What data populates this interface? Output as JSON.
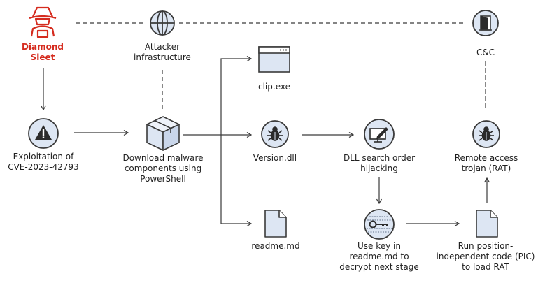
{
  "colors": {
    "accent_red": "#d52b1e",
    "icon_fill": "#dde6f3",
    "stroke": "#3a3a3a",
    "warning_fill": "#2b2b2b"
  },
  "nodes": {
    "diamond_sleet": {
      "label": "Diamond\nSleet",
      "icon": "hooded-actor-icon"
    },
    "attacker_infra": {
      "label": "Attacker\ninfrastructure",
      "icon": "globe-icon"
    },
    "cnc": {
      "label": "C&C",
      "icon": "door-icon"
    },
    "exploitation": {
      "label": "Exploitation of\nCVE-2023-42793",
      "icon": "warning-icon"
    },
    "download": {
      "label": "Download malware\ncomponents using\nPowerShell",
      "icon": "package-icon"
    },
    "clip": {
      "label": "clip.exe",
      "icon": "app-window-icon"
    },
    "version_dll": {
      "label": "Version.dll",
      "icon": "bug-icon"
    },
    "readme": {
      "label": "readme.md",
      "icon": "document-icon"
    },
    "dll_hijack": {
      "label": "DLL search order\nhijacking",
      "icon": "monitor-pen-icon"
    },
    "decrypt": {
      "label": "Use key in\nreadme.md to\ndecrypt next stage",
      "icon": "key-binary-icon"
    },
    "rat": {
      "label": "Remote access\ntrojan (RAT)",
      "icon": "bug-icon"
    },
    "pic": {
      "label": "Run position-\nindependent code (PIC)\nto load RAT",
      "icon": "document-icon"
    }
  }
}
